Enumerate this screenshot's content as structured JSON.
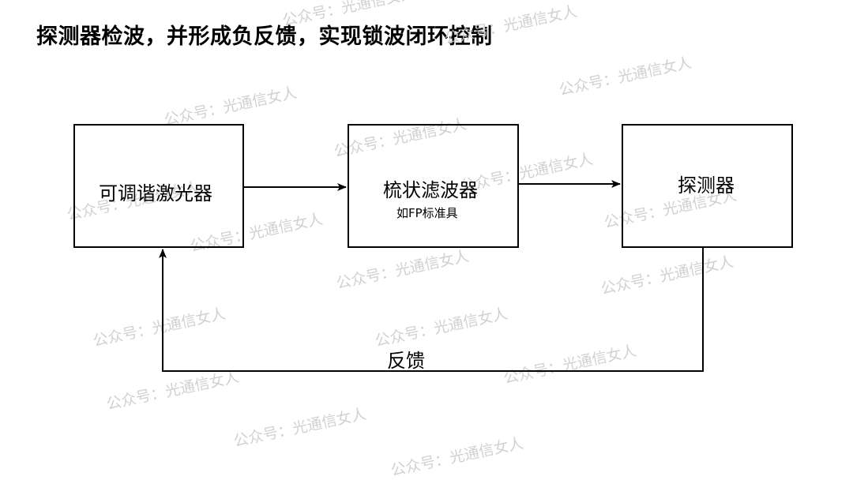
{
  "title": "探测器检波，并形成负反馈，实现锁波闭环控制",
  "blocks": {
    "laser": "可调谐激光器",
    "filter": "梳状滤波器",
    "filter_sub": "如FP标准具",
    "detector": "探测器"
  },
  "feedback_label": "反馈",
  "watermark_text": "公众号：光通信女人"
}
